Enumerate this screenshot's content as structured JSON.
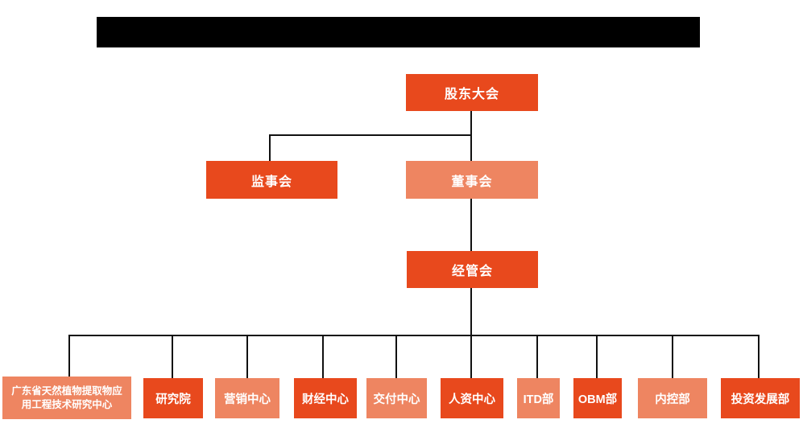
{
  "title_bar": {
    "type": "redacted-black-bar",
    "color": "#000000"
  },
  "colors": {
    "primary": "#E8491D",
    "secondary": "#EE8561",
    "connector": "#111111",
    "node_text": "#FFFFFF",
    "background": "#FFFFFF",
    "redaction": "#000000"
  },
  "org_chart": {
    "type": "org-chart",
    "root": {
      "label": "股东大会",
      "variant": "primary"
    },
    "level2": [
      {
        "label": "监事会",
        "variant": "primary",
        "parent": "股东大会"
      },
      {
        "label": "董事会",
        "variant": "secondary",
        "parent": "股东大会"
      }
    ],
    "level3": {
      "label": "经管会",
      "variant": "primary",
      "parent": "董事会"
    },
    "departments": [
      {
        "label": "广东省天然植物提取物应用工程技术研究中心",
        "variant": "secondary",
        "parent": "经管会"
      },
      {
        "label": "研究院",
        "variant": "primary",
        "parent": "经管会"
      },
      {
        "label": "营销中心",
        "variant": "secondary",
        "parent": "经管会"
      },
      {
        "label": "财经中心",
        "variant": "primary",
        "parent": "经管会"
      },
      {
        "label": "交付中心",
        "variant": "secondary",
        "parent": "经管会"
      },
      {
        "label": "人资中心",
        "variant": "primary",
        "parent": "经管会"
      },
      {
        "label": "ITD部",
        "variant": "secondary",
        "parent": "经管会"
      },
      {
        "label": "OBM部",
        "variant": "primary",
        "parent": "经管会"
      },
      {
        "label": "内控部",
        "variant": "secondary",
        "parent": "经管会"
      },
      {
        "label": "投资发展部",
        "variant": "primary",
        "parent": "经管会"
      }
    ]
  }
}
